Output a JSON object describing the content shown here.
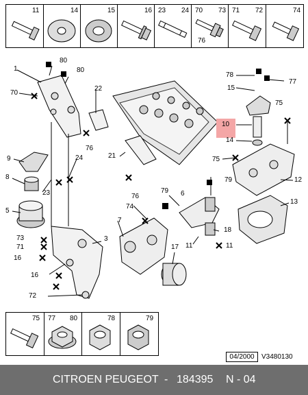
{
  "top_parts": [
    {
      "num": "11"
    },
    {
      "num": "14"
    },
    {
      "num": "15"
    },
    {
      "num": "16"
    },
    {
      "num": "23",
      "num2": "24"
    },
    {
      "num": "70",
      "num2": "73",
      "num3": "76"
    },
    {
      "num": "71",
      "num2": "72"
    },
    {
      "num": "74"
    }
  ],
  "bottom_parts": [
    {
      "num": "75"
    },
    {
      "num": "77",
      "num2": "80"
    },
    {
      "num": "78"
    },
    {
      "num": "79"
    }
  ],
  "callouts": {
    "c1": "1",
    "c80a": "80",
    "c80b": "80",
    "c70": "70",
    "c22": "22",
    "c76a": "76",
    "c9": "9",
    "c24": "24",
    "c8": "8",
    "c23": "23",
    "c21": "21",
    "c76b": "76",
    "c5": "5",
    "c74": "74",
    "c79": "79",
    "c6": "6",
    "c73": "73",
    "c71": "71",
    "c3": "3",
    "c7": "7",
    "c18": "18",
    "c16a": "16",
    "c11a": "11",
    "c17": "17",
    "c11b": "11",
    "c16b": "16",
    "c72": "72",
    "c78": "78",
    "c77": "77",
    "c15": "15",
    "c75a": "75",
    "c10": "10",
    "c14": "14",
    "c75b": "75",
    "c12": "12",
    "c13": "13"
  },
  "colors": {
    "highlight": "#f4a6a6",
    "footer_bg": "#6e6e6e",
    "footer_text": "#ffffff"
  },
  "date_code": "04/2000",
  "reference": "V3480130",
  "footer": {
    "brand": "CITROEN PEUGEOT",
    "separator": "-",
    "part_number": "184395",
    "page": "N - 04"
  }
}
